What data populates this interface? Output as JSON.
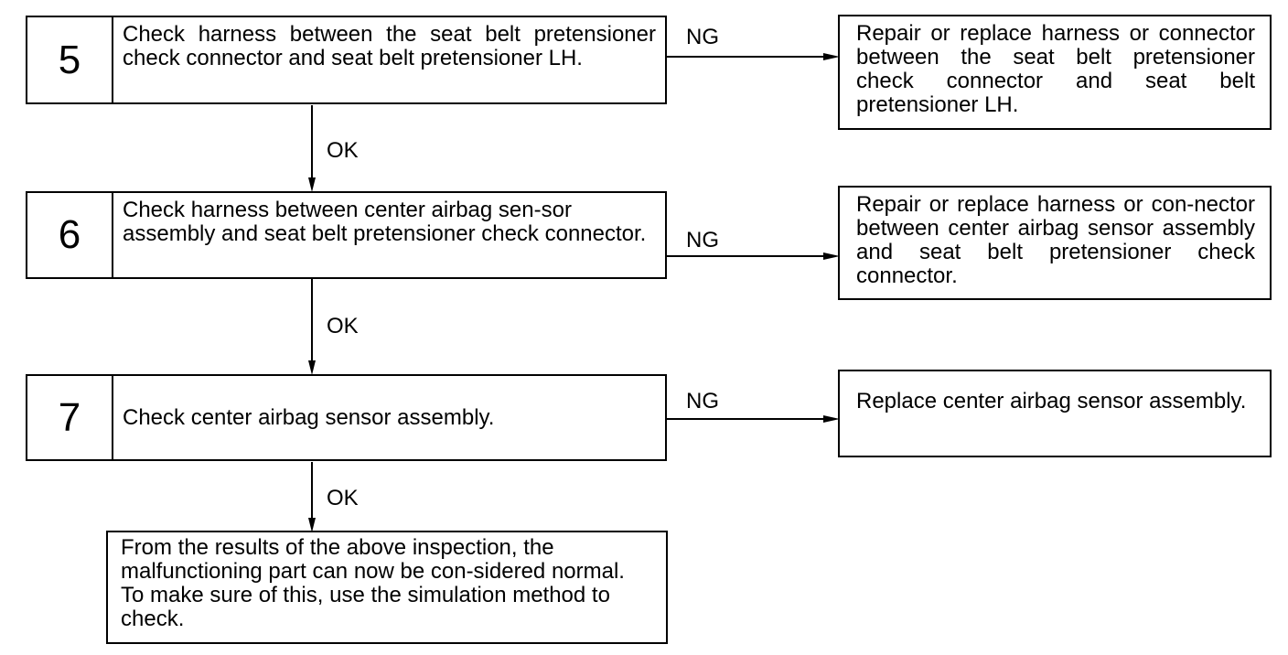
{
  "steps": [
    {
      "number": "5",
      "text": "Check harness between the seat belt pretensioner check connector and seat belt pretensioner LH."
    },
    {
      "number": "6",
      "text": "Check harness between center airbag sen-sor assembly and seat belt pretensioner check connector."
    },
    {
      "number": "7",
      "text": "Check center airbag sensor assembly."
    }
  ],
  "results": [
    {
      "text": "Repair or replace harness or connector between the seat belt pretensioner check connector and seat belt pretensioner LH."
    },
    {
      "text": "Repair or replace harness or con-nector between center airbag sensor assembly and seat belt pretensioner check connector."
    },
    {
      "text": "Replace center airbag sensor assembly."
    }
  ],
  "final": {
    "text": "From the results of the above inspection, the malfunctioning part can now be con-sidered normal. To make sure of this, use the simulation method to check."
  },
  "labels": {
    "ng": "NG",
    "ok": "OK"
  }
}
